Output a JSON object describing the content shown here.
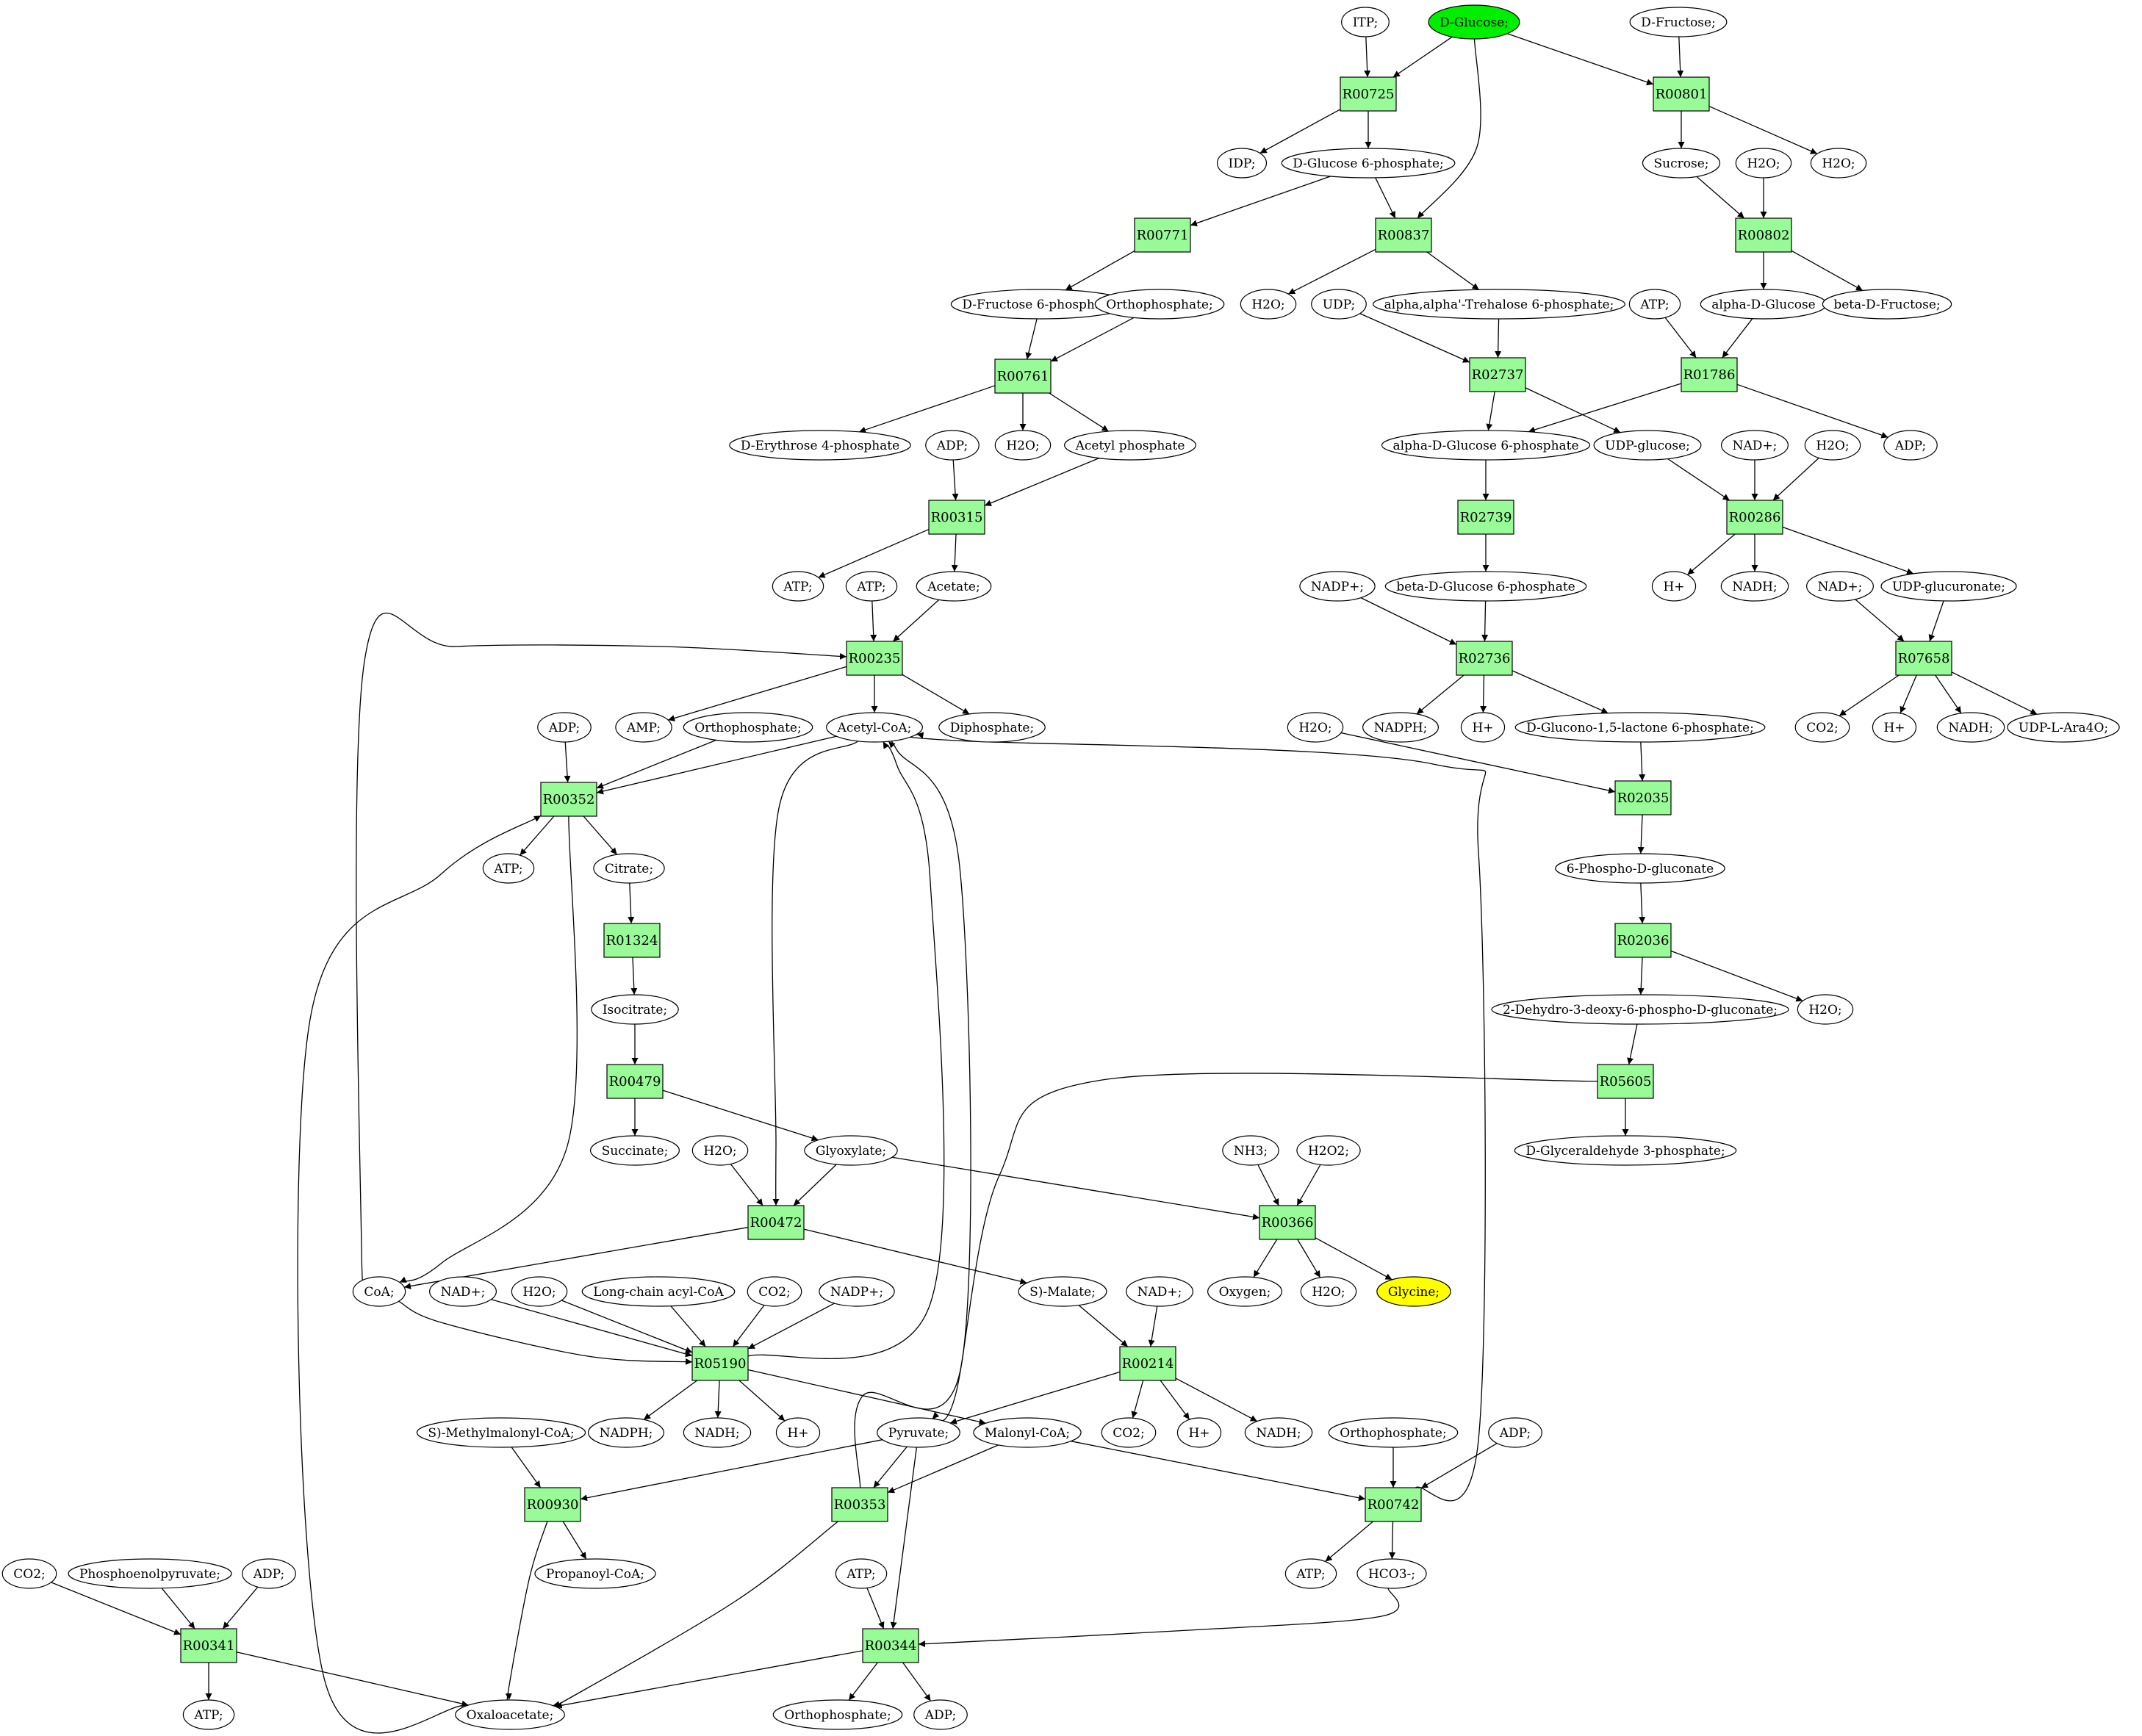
{
  "colors": {
    "reaction_fill": "#98fb98",
    "start_fill": "#00ee00",
    "end_fill": "#ffff00",
    "edge": "#000000"
  },
  "reactions": [
    {
      "id": "R00725",
      "label": "R00725"
    },
    {
      "id": "R00801",
      "label": "R00801"
    },
    {
      "id": "R00771",
      "label": "R00771"
    },
    {
      "id": "R00837",
      "label": "R00837"
    },
    {
      "id": "R00802",
      "label": "R00802"
    },
    {
      "id": "R00761",
      "label": "R00761"
    },
    {
      "id": "R02737",
      "label": "R02737"
    },
    {
      "id": "R01786",
      "label": "R01786"
    },
    {
      "id": "R00315",
      "label": "R00315"
    },
    {
      "id": "R02739",
      "label": "R02739"
    },
    {
      "id": "R00286",
      "label": "R00286"
    },
    {
      "id": "R00235",
      "label": "R00235"
    },
    {
      "id": "R02736",
      "label": "R02736"
    },
    {
      "id": "R07658",
      "label": "R07658"
    },
    {
      "id": "R00352",
      "label": "R00352"
    },
    {
      "id": "R02035",
      "label": "R02035"
    },
    {
      "id": "R01324",
      "label": "R01324"
    },
    {
      "id": "R02036",
      "label": "R02036"
    },
    {
      "id": "R00479",
      "label": "R00479"
    },
    {
      "id": "R05605",
      "label": "R05605"
    },
    {
      "id": "R00472",
      "label": "R00472"
    },
    {
      "id": "R00366",
      "label": "R00366"
    },
    {
      "id": "R05190",
      "label": "R05190"
    },
    {
      "id": "R00214",
      "label": "R00214"
    },
    {
      "id": "R00930",
      "label": "R00930"
    },
    {
      "id": "R00353",
      "label": "R00353"
    },
    {
      "id": "R00742",
      "label": "R00742"
    },
    {
      "id": "R00341",
      "label": "R00341"
    },
    {
      "id": "R00344",
      "label": "R00344"
    }
  ],
  "compounds": [
    {
      "id": "c_itp",
      "label": "ITP;"
    },
    {
      "id": "c_glc",
      "label": "D-Glucose;",
      "role": "start"
    },
    {
      "id": "c_fru",
      "label": "D-Fructose;"
    },
    {
      "id": "c_idp",
      "label": "IDP;"
    },
    {
      "id": "c_g6p",
      "label": "D-Glucose 6-phosphate;"
    },
    {
      "id": "c_sucrose",
      "label": "Sucrose;"
    },
    {
      "id": "c_h2o_a",
      "label": "H2O;"
    },
    {
      "id": "c_h2o_b",
      "label": "H2O;"
    },
    {
      "id": "c_f6p",
      "label": "D-Fructose 6-phosphate;"
    },
    {
      "id": "c_pi_a",
      "label": "Orthophosphate;"
    },
    {
      "id": "c_h2o_c",
      "label": "H2O;"
    },
    {
      "id": "c_udp",
      "label": "UDP;"
    },
    {
      "id": "c_tre6p",
      "label": "alpha,alpha'-Trehalose 6-phosphate;"
    },
    {
      "id": "c_atp_a",
      "label": "ATP;"
    },
    {
      "id": "c_aglc",
      "label": "alpha-D-Glucose"
    },
    {
      "id": "c_bfru",
      "label": "beta-D-Fructose;"
    },
    {
      "id": "c_e4p",
      "label": "D-Erythrose 4-phosphate"
    },
    {
      "id": "c_adp_a",
      "label": "ADP;"
    },
    {
      "id": "c_h2o_d",
      "label": "H2O;"
    },
    {
      "id": "c_acp",
      "label": "Acetyl phosphate"
    },
    {
      "id": "c_ag6p",
      "label": "alpha-D-Glucose 6-phosphate"
    },
    {
      "id": "c_udpglc",
      "label": "UDP-glucose;"
    },
    {
      "id": "c_nad_a",
      "label": "NAD+;"
    },
    {
      "id": "c_h2o_e",
      "label": "H2O;"
    },
    {
      "id": "c_adp_b",
      "label": "ADP;"
    },
    {
      "id": "c_atp_b",
      "label": "ATP;"
    },
    {
      "id": "c_atp_c",
      "label": "ATP;"
    },
    {
      "id": "c_acetate",
      "label": "Acetate;"
    },
    {
      "id": "c_nadp_a",
      "label": "NADP+;"
    },
    {
      "id": "c_bg6p",
      "label": "beta-D-Glucose 6-phosphate"
    },
    {
      "id": "c_h_a",
      "label": "H+"
    },
    {
      "id": "c_nadh_a",
      "label": "NADH;"
    },
    {
      "id": "c_nad_b",
      "label": "NAD+;"
    },
    {
      "id": "c_udpglcA",
      "label": "UDP-glucuronate;"
    },
    {
      "id": "c_adp_c",
      "label": "ADP;"
    },
    {
      "id": "c_amp",
      "label": "AMP;"
    },
    {
      "id": "c_pi_b",
      "label": "Orthophosphate;"
    },
    {
      "id": "c_accoa",
      "label": "Acetyl-CoA;"
    },
    {
      "id": "c_ppi",
      "label": "Diphosphate;"
    },
    {
      "id": "c_h2o_f",
      "label": "H2O;"
    },
    {
      "id": "c_nadph_a",
      "label": "NADPH;"
    },
    {
      "id": "c_h_b",
      "label": "H+"
    },
    {
      "id": "c_gl6p",
      "label": "D-Glucono-1,5-lactone 6-phosphate;"
    },
    {
      "id": "c_co2_a",
      "label": "CO2;"
    },
    {
      "id": "c_h_c",
      "label": "H+"
    },
    {
      "id": "c_nadh_b",
      "label": "NADH;"
    },
    {
      "id": "c_udpara",
      "label": "UDP-L-Ara4O;"
    },
    {
      "id": "c_atp_d",
      "label": "ATP;"
    },
    {
      "id": "c_citrate",
      "label": "Citrate;"
    },
    {
      "id": "c_6pg",
      "label": "6-Phospho-D-gluconate"
    },
    {
      "id": "c_isocit",
      "label": "Isocitrate;"
    },
    {
      "id": "c_kdpg",
      "label": "2-Dehydro-3-deoxy-6-phospho-D-gluconate;"
    },
    {
      "id": "c_h2o_g",
      "label": "H2O;"
    },
    {
      "id": "c_succ",
      "label": "Succinate;"
    },
    {
      "id": "c_gap",
      "label": "D-Glyceraldehyde 3-phosphate;"
    },
    {
      "id": "c_h2o_h",
      "label": "H2O;"
    },
    {
      "id": "c_glyox",
      "label": "Glyoxylate;"
    },
    {
      "id": "c_nh3",
      "label": "NH3;"
    },
    {
      "id": "c_h2o2",
      "label": "H2O2;"
    },
    {
      "id": "c_coa",
      "label": "CoA;"
    },
    {
      "id": "c_nad_c",
      "label": "NAD+;"
    },
    {
      "id": "c_h2o_i",
      "label": "H2O;"
    },
    {
      "id": "c_lcacoa",
      "label": "Long-chain acyl-CoA"
    },
    {
      "id": "c_co2_b",
      "label": "CO2;"
    },
    {
      "id": "c_nadp_b",
      "label": "NADP+;"
    },
    {
      "id": "c_malate",
      "label": "S)-Malate;"
    },
    {
      "id": "c_nad_d",
      "label": "NAD+;"
    },
    {
      "id": "c_oxygen",
      "label": "Oxygen;"
    },
    {
      "id": "c_h2o_j",
      "label": "H2O;"
    },
    {
      "id": "c_gly",
      "label": "Glycine;",
      "role": "end"
    },
    {
      "id": "c_nadph_b",
      "label": "NADPH;"
    },
    {
      "id": "c_nadh_c",
      "label": "NADH;"
    },
    {
      "id": "c_h_d",
      "label": "H+"
    },
    {
      "id": "c_mmcoa",
      "label": "S)-Methylmalonyl-CoA;"
    },
    {
      "id": "c_pyr",
      "label": "Pyruvate;"
    },
    {
      "id": "c_malcoa",
      "label": "Malonyl-CoA;"
    },
    {
      "id": "c_co2_c",
      "label": "CO2;"
    },
    {
      "id": "c_h_e",
      "label": "H+"
    },
    {
      "id": "c_nadh_d",
      "label": "NADH;"
    },
    {
      "id": "c_pi_c",
      "label": "Orthophosphate;"
    },
    {
      "id": "c_adp_d",
      "label": "ADP;"
    },
    {
      "id": "c_propcoa",
      "label": "Propanoyl-CoA;"
    },
    {
      "id": "c_co2_d",
      "label": "CO2;"
    },
    {
      "id": "c_pep",
      "label": "Phosphoenolpyruvate;"
    },
    {
      "id": "c_adp_e",
      "label": "ADP;"
    },
    {
      "id": "c_atp_e",
      "label": "ATP;"
    },
    {
      "id": "c_hco3",
      "label": "HCO3-;"
    },
    {
      "id": "c_atp_f",
      "label": "ATP;"
    },
    {
      "id": "c_atp_g",
      "label": "ATP;"
    },
    {
      "id": "c_oaa",
      "label": "Oxaloacetate;"
    },
    {
      "id": "c_pi_d",
      "label": "Orthophosphate;"
    },
    {
      "id": "c_adp_f",
      "label": "ADP;"
    }
  ],
  "edges": [
    [
      "c_itp",
      "R00725"
    ],
    [
      "c_glc",
      "R00725"
    ],
    [
      "R00725",
      "c_idp"
    ],
    [
      "R00725",
      "c_g6p"
    ],
    [
      "c_glc",
      "R00801"
    ],
    [
      "c_fru",
      "R00801"
    ],
    [
      "R00801",
      "c_sucrose"
    ],
    [
      "R00801",
      "c_h2o_b"
    ],
    [
      "c_g6p",
      "R00771"
    ],
    [
      "R00771",
      "c_f6p"
    ],
    [
      "c_g6p",
      "R00837"
    ],
    [
      "c_glc",
      "R00837"
    ],
    [
      "R00837",
      "c_h2o_c"
    ],
    [
      "R00837",
      "c_tre6p"
    ],
    [
      "c_sucrose",
      "R00802"
    ],
    [
      "c_h2o_a",
      "R00802"
    ],
    [
      "R00802",
      "c_aglc"
    ],
    [
      "R00802",
      "c_bfru"
    ],
    [
      "c_f6p",
      "R00761"
    ],
    [
      "c_pi_a",
      "R00761"
    ],
    [
      "R00761",
      "c_e4p"
    ],
    [
      "R00761",
      "c_h2o_d"
    ],
    [
      "R00761",
      "c_acp"
    ],
    [
      "c_udp",
      "R02737"
    ],
    [
      "c_tre6p",
      "R02737"
    ],
    [
      "R02737",
      "c_ag6p"
    ],
    [
      "R02737",
      "c_udpglc"
    ],
    [
      "c_atp_a",
      "R01786"
    ],
    [
      "c_aglc",
      "R01786"
    ],
    [
      "R01786",
      "c_ag6p"
    ],
    [
      "R01786",
      "c_adp_b"
    ],
    [
      "c_adp_a",
      "R00315"
    ],
    [
      "c_acp",
      "R00315"
    ],
    [
      "R00315",
      "c_atp_b"
    ],
    [
      "R00315",
      "c_acetate"
    ],
    [
      "c_ag6p",
      "R02739"
    ],
    [
      "R02739",
      "c_bg6p"
    ],
    [
      "c_udpglc",
      "R00286"
    ],
    [
      "c_nad_a",
      "R00286"
    ],
    [
      "c_h2o_e",
      "R00286"
    ],
    [
      "R00286",
      "c_h_a"
    ],
    [
      "R00286",
      "c_nadh_a"
    ],
    [
      "R00286",
      "c_udpglcA"
    ],
    [
      "c_atp_c",
      "R00235"
    ],
    [
      "c_acetate",
      "R00235"
    ],
    [
      "c_coa",
      "R00235"
    ],
    [
      "R00235",
      "c_amp"
    ],
    [
      "R00235",
      "c_accoa"
    ],
    [
      "R00235",
      "c_ppi"
    ],
    [
      "c_nadp_a",
      "R02736"
    ],
    [
      "c_bg6p",
      "R02736"
    ],
    [
      "R02736",
      "c_nadph_a"
    ],
    [
      "R02736",
      "c_h_b"
    ],
    [
      "R02736",
      "c_gl6p"
    ],
    [
      "c_nad_b",
      "R07658"
    ],
    [
      "c_udpglcA",
      "R07658"
    ],
    [
      "R07658",
      "c_co2_a"
    ],
    [
      "R07658",
      "c_h_c"
    ],
    [
      "R07658",
      "c_nadh_b"
    ],
    [
      "R07658",
      "c_udpara"
    ],
    [
      "c_adp_c",
      "R00352"
    ],
    [
      "c_pi_b",
      "R00352"
    ],
    [
      "c_accoa",
      "R00352"
    ],
    [
      "c_oaa",
      "R00352"
    ],
    [
      "R00352",
      "c_atp_d"
    ],
    [
      "R00352",
      "c_citrate"
    ],
    [
      "R00352",
      "c_coa"
    ],
    [
      "c_h2o_f",
      "R02035"
    ],
    [
      "c_gl6p",
      "R02035"
    ],
    [
      "R02035",
      "c_6pg"
    ],
    [
      "c_citrate",
      "R01324"
    ],
    [
      "R01324",
      "c_isocit"
    ],
    [
      "c_6pg",
      "R02036"
    ],
    [
      "R02036",
      "c_kdpg"
    ],
    [
      "R02036",
      "c_h2o_g"
    ],
    [
      "c_isocit",
      "R00479"
    ],
    [
      "R00479",
      "c_succ"
    ],
    [
      "R00479",
      "c_glyox"
    ],
    [
      "c_kdpg",
      "R05605"
    ],
    [
      "R05605",
      "c_gap"
    ],
    [
      "R05605",
      "c_pyr"
    ],
    [
      "c_h2o_h",
      "R00472"
    ],
    [
      "c_glyox",
      "R00472"
    ],
    [
      "c_accoa",
      "R00472"
    ],
    [
      "R00472",
      "c_coa"
    ],
    [
      "R00472",
      "c_malate"
    ],
    [
      "c_nh3",
      "R00366"
    ],
    [
      "c_h2o2",
      "R00366"
    ],
    [
      "c_glyox",
      "R00366"
    ],
    [
      "R00366",
      "c_oxygen"
    ],
    [
      "R00366",
      "c_h2o_j"
    ],
    [
      "R00366",
      "c_gly"
    ],
    [
      "c_coa",
      "R05190"
    ],
    [
      "c_nad_c",
      "R05190"
    ],
    [
      "c_h2o_i",
      "R05190"
    ],
    [
      "c_lcacoa",
      "R05190"
    ],
    [
      "c_co2_b",
      "R05190"
    ],
    [
      "c_nadp_b",
      "R05190"
    ],
    [
      "R05190",
      "c_nadph_b"
    ],
    [
      "R05190",
      "c_nadh_c"
    ],
    [
      "R05190",
      "c_h_d"
    ],
    [
      "R05190",
      "c_malcoa"
    ],
    [
      "R05190",
      "c_accoa"
    ],
    [
      "c_malate",
      "R00214"
    ],
    [
      "c_nad_d",
      "R00214"
    ],
    [
      "R00214",
      "c_pyr"
    ],
    [
      "R00214",
      "c_co2_c"
    ],
    [
      "R00214",
      "c_h_e"
    ],
    [
      "R00214",
      "c_nadh_d"
    ],
    [
      "c_mmcoa",
      "R00930"
    ],
    [
      "c_pyr",
      "R00930"
    ],
    [
      "R00930",
      "c_propcoa"
    ],
    [
      "R00930",
      "c_oaa"
    ],
    [
      "c_pyr",
      "R00353"
    ],
    [
      "c_malcoa",
      "R00353"
    ],
    [
      "R00353",
      "c_accoa"
    ],
    [
      "R00353",
      "c_oaa"
    ],
    [
      "c_malcoa",
      "R00742"
    ],
    [
      "c_pi_c",
      "R00742"
    ],
    [
      "c_adp_d",
      "R00742"
    ],
    [
      "R00742",
      "c_atp_f"
    ],
    [
      "R00742",
      "c_hco3"
    ],
    [
      "R00742",
      "c_accoa"
    ],
    [
      "c_co2_d",
      "R00341"
    ],
    [
      "c_pep",
      "R00341"
    ],
    [
      "c_adp_e",
      "R00341"
    ],
    [
      "R00341",
      "c_atp_e"
    ],
    [
      "R00341",
      "c_oaa"
    ],
    [
      "c_atp_g",
      "R00344"
    ],
    [
      "c_pyr",
      "R00344"
    ],
    [
      "c_hco3",
      "R00344"
    ],
    [
      "R00344",
      "c_oaa"
    ],
    [
      "R00344",
      "c_pi_d"
    ],
    [
      "R00344",
      "c_adp_f"
    ]
  ]
}
